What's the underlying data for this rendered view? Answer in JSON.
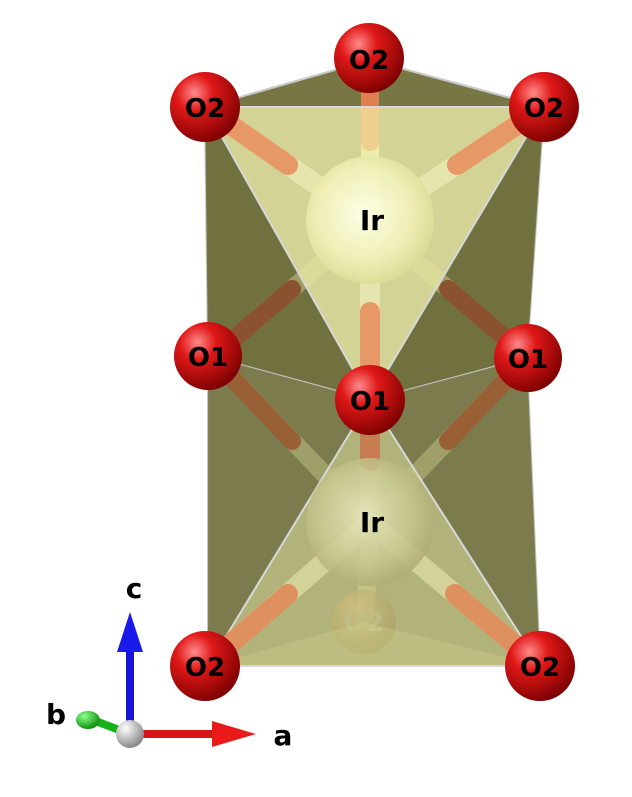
{
  "structure": {
    "atoms": {
      "ir_upper": "Ir",
      "ir_lower": "Ir",
      "o2_top_center": "O2",
      "o2_top_left": "O2",
      "o2_top_right": "O2",
      "o1_left": "O1",
      "o1_center": "O1",
      "o1_right": "O1",
      "o2_back": "O2",
      "o2_bottom_left": "O2",
      "o2_bottom_right": "O2"
    },
    "colors": {
      "oxygen": "#d01010",
      "iridium": "#f4f4c0",
      "polyhedron": "#8a8a50",
      "bond_o": "#d9784a",
      "bond_ir": "#e8e8b0"
    }
  },
  "axes": {
    "a": "a",
    "b": "b",
    "c": "c",
    "colors": {
      "a": "#e01010",
      "b": "#10c010",
      "c": "#1010e0"
    }
  }
}
